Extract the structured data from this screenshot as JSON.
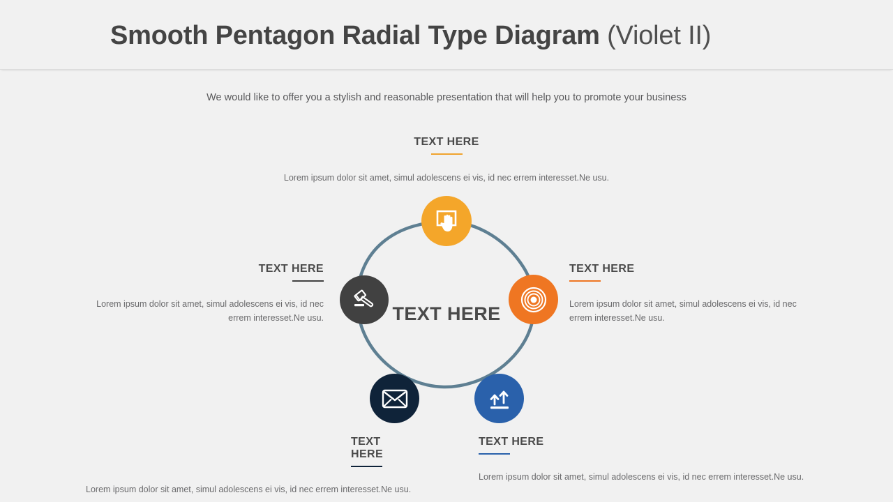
{
  "header": {
    "title_strong": "Smooth Pentagon Radial Type Diagram",
    "title_light": "(Violet II)"
  },
  "subtitle": "We would like to offer you a stylish and reasonable presentation that will help you to promote your business",
  "diagram": {
    "center_label": "TEXT HERE",
    "ring_color": "#5e7f92",
    "nodes": [
      {
        "id": "top",
        "icon": "hand-screen-icon",
        "color": "#f4a62a"
      },
      {
        "id": "right",
        "icon": "target-icon",
        "color": "#ef7622"
      },
      {
        "id": "bottom-right",
        "icon": "upload-arrows-icon",
        "color": "#2a61ab"
      },
      {
        "id": "bottom-left",
        "icon": "envelope-icon",
        "color": "#0f2339"
      },
      {
        "id": "left",
        "icon": "gavel-icon",
        "color": "#414141"
      }
    ]
  },
  "blocks": {
    "top": {
      "heading": "TEXT HERE",
      "rule_color": "#f0a32e",
      "body": "Lorem ipsum dolor sit amet, simul adolescens ei vis, id nec errem interesset.Ne usu."
    },
    "right": {
      "heading": "TEXT HERE",
      "rule_color": "#ef7622",
      "body": "Lorem ipsum dolor sit amet, simul adolescens ei vis, id nec errem interesset.Ne usu."
    },
    "left": {
      "heading": "TEXT HERE",
      "rule_color": "#414141",
      "body": "Lorem ipsum dolor sit amet, simul adolescens ei vis, id nec errem interesset.Ne usu."
    },
    "bottom_left": {
      "heading": "TEXT HERE",
      "rule_color": "#0f2339",
      "body": "Lorem ipsum dolor sit amet, simul adolescens ei vis, id nec errem interesset.Ne usu."
    },
    "bottom_right": {
      "heading": "TEXT HERE",
      "rule_color": "#2a61ab",
      "body": "Lorem ipsum dolor sit amet, simul adolescens ei vis, id nec errem interesset.Ne usu."
    }
  }
}
